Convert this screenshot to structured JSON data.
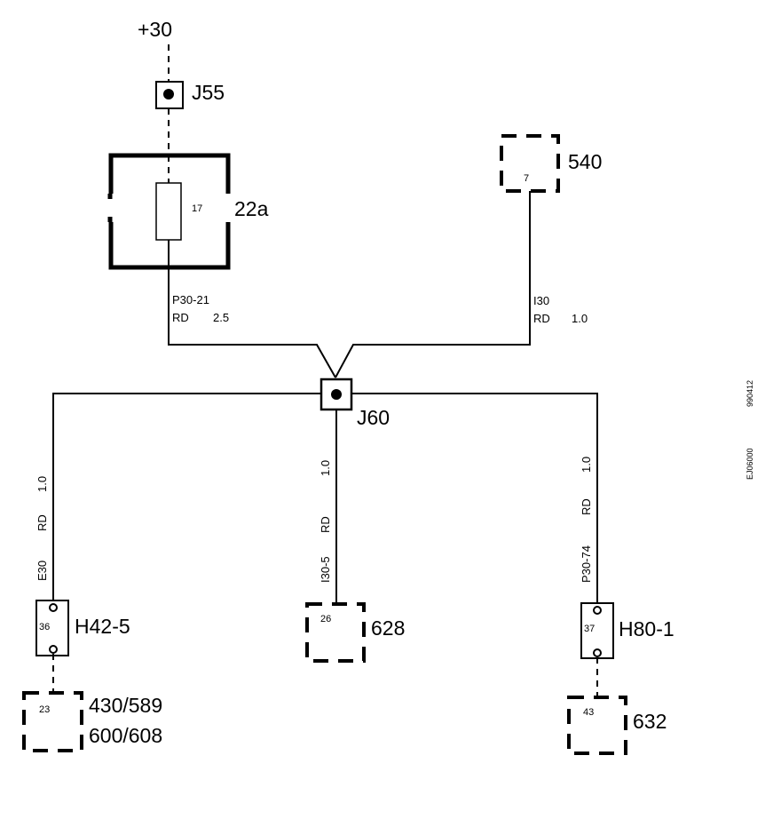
{
  "supply": {
    "label": "+30"
  },
  "junctions": {
    "j55": "J55",
    "j60": "J60"
  },
  "fuse": {
    "ref": "22a",
    "number": "17"
  },
  "connectors": {
    "c540": {
      "ref": "540",
      "pin": "7"
    },
    "c628": {
      "ref": "628",
      "pin": "26"
    },
    "c430": {
      "ref_line1": "430/589",
      "ref_line2": "600/608",
      "pin": "23"
    },
    "c632": {
      "ref": "632",
      "pin": "43"
    },
    "h42": {
      "ref": "H42-5",
      "pin": "36"
    },
    "h80": {
      "ref": "H80-1",
      "pin": "37"
    }
  },
  "wires": {
    "fuse_out": {
      "id": "P30-21",
      "color": "RD",
      "size": "2.5"
    },
    "from_540": {
      "id": "I30",
      "color": "RD",
      "size": "1.0"
    },
    "to_h42": {
      "id": "E30",
      "color": "RD",
      "size": "1.0"
    },
    "to_628": {
      "id": "I30-5",
      "color": "RD",
      "size": "1.0"
    },
    "to_h80": {
      "id": "P30-74",
      "color": "RD",
      "size": "1.0"
    }
  },
  "side_codes": {
    "code1": "990412",
    "code2": "EJ06000"
  }
}
